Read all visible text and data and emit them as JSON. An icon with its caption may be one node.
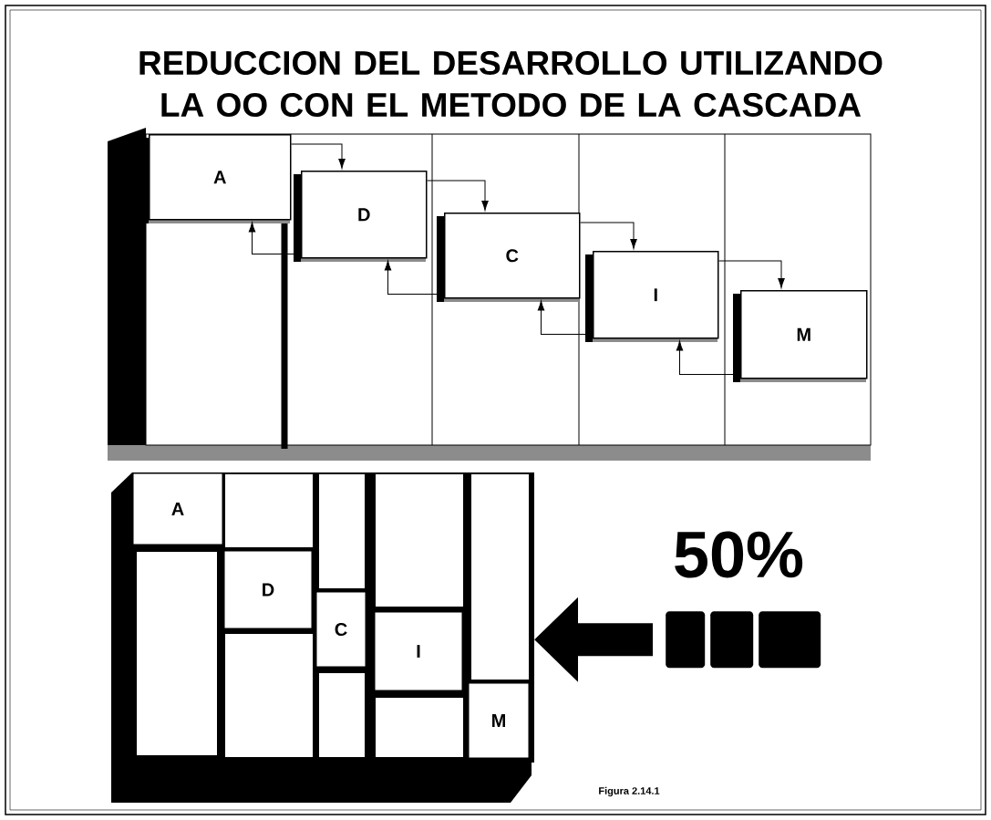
{
  "diagram": {
    "title": "REDUCCION DEL DESARROLLO UTILIZANDO LA OO CON EL METODO DE LA CASCADA",
    "caption": "Figura 2.14.1",
    "nodes": [
      {
        "text": [
          "A"
        ]
      },
      {
        "text": [
          "D"
        ]
      },
      {
        "text": [
          "C"
        ]
      },
      {
        "text": [
          "I"
        ]
      },
      {
        "text": [
          "M"
        ]
      },
      {
        "text": [
          "A"
        ],
        "in": 10
      },
      {
        "text": [
          "D"
        ],
        "in": 10
      },
      {
        "text": [
          "C"
        ],
        "in": 10
      },
      {
        "text": [
          "I"
        ],
        "in": 10
      },
      {
        "text": [
          "M"
        ],
        "in": 10
      },
      {
        "text": [],
        "shape": "box"
      },
      {
        "text": [],
        "shape": "bar"
      },
      {
        "text": [],
        "shape": "bar"
      },
      {
        "text": [],
        "shape": "bar"
      }
    ],
    "edges": [
      {
        "from": 0,
        "to": 1,
        "arrow": "to"
      },
      {
        "from": 1,
        "to": 0,
        "arrow": "to"
      },
      {
        "from": 1,
        "to": 2,
        "arrow": "to"
      },
      {
        "from": 2,
        "to": 1,
        "arrow": "to"
      },
      {
        "from": 2,
        "to": 3,
        "arrow": "to"
      },
      {
        "from": 3,
        "to": 2,
        "arrow": "to"
      },
      {
        "from": 3,
        "to": 4,
        "arrow": "to"
      },
      {
        "from": 4,
        "to": 3,
        "arrow": "to"
      },
      {
        "from": 11,
        "to": 10,
        "arrow": "to",
        "style": "thick"
      }
    ],
    "labels": [
      "50%"
    ]
  }
}
